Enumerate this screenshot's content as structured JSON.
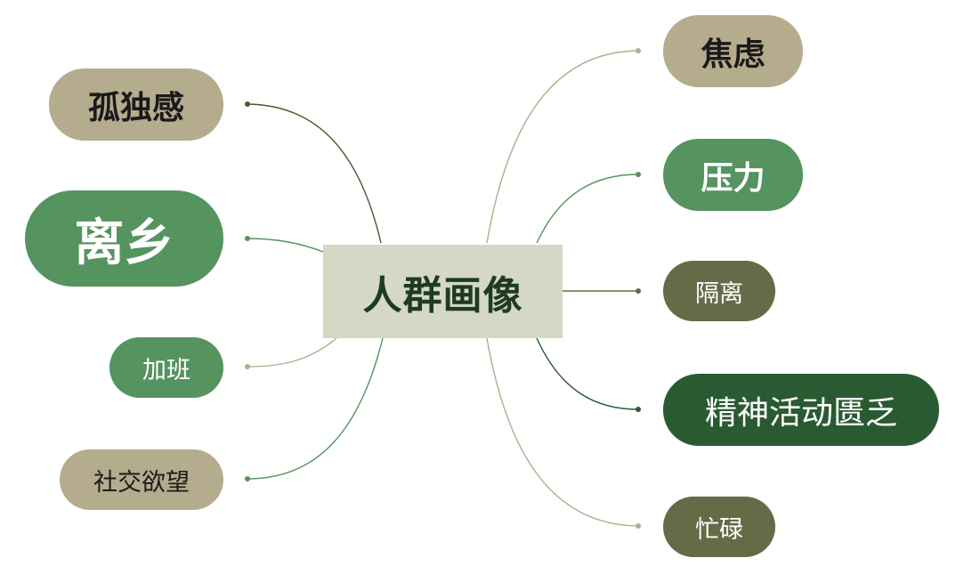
{
  "center": {
    "label": "人群画像"
  },
  "nodes": [
    {
      "id": "loneliness",
      "label": "孤独感",
      "color": "#b5ab8d",
      "text_color": "#1a1a1a"
    },
    {
      "id": "leaving-home",
      "label": "离乡",
      "color": "#55935f",
      "text_color": "#ffffff"
    },
    {
      "id": "overtime",
      "label": "加班",
      "color": "#55935f",
      "text_color": "#ffffff"
    },
    {
      "id": "social-desire",
      "label": "社交欲望",
      "color": "#b5ab8d",
      "text_color": "#1a1a1a"
    },
    {
      "id": "anxiety",
      "label": "焦虑",
      "color": "#b5ab8d",
      "text_color": "#1a1a1a"
    },
    {
      "id": "pressure",
      "label": "压力",
      "color": "#55935f",
      "text_color": "#ffffff"
    },
    {
      "id": "isolation",
      "label": "隔离",
      "color": "#666b47",
      "text_color": "#ffffff"
    },
    {
      "id": "spiritual-lack",
      "label": "精神活动匮乏",
      "color": "#2a5a32",
      "text_color": "#ffffff"
    },
    {
      "id": "busy",
      "label": "忙碌",
      "color": "#666b47",
      "text_color": "#ffffff"
    }
  ]
}
